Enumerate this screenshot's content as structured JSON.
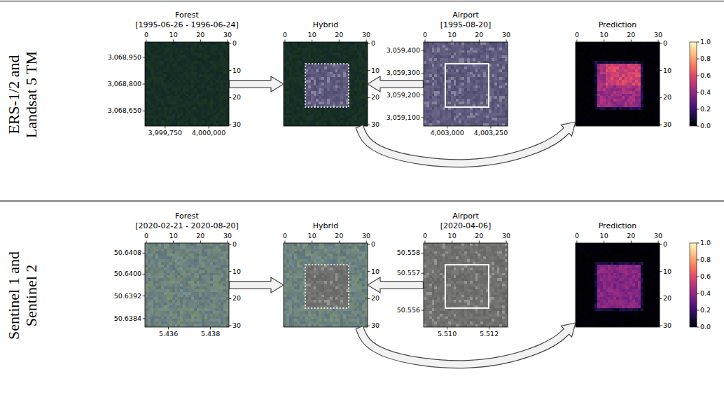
{
  "diagram": {
    "nodes": [
      {
        "text": [
          "Forest",
          "[1995-06-26 - 1996-06-24]"
        ]
      },
      {
        "text": [
          "Hybrid"
        ]
      },
      {
        "text": [
          "Airport",
          "[1995-08-20]"
        ]
      },
      {
        "text": [
          "Prediction"
        ]
      },
      {
        "text": [
          "Forest",
          "[2020-02-21 - 2020-08-20]"
        ]
      },
      {
        "text": [
          "Hybrid"
        ]
      },
      {
        "text": [
          "Airport",
          "[2020-04-06]"
        ]
      },
      {
        "text": [
          "Prediction"
        ]
      }
    ],
    "edges": [
      {
        "from": 0,
        "to": 1,
        "arrow": "to"
      },
      {
        "from": 2,
        "to": 1,
        "arrow": "to"
      },
      {
        "from": 1,
        "to": 3,
        "arrow": "to"
      },
      {
        "from": 4,
        "to": 5,
        "arrow": "to"
      },
      {
        "from": 6,
        "to": 5,
        "arrow": "to"
      },
      {
        "from": 5,
        "to": 7,
        "arrow": "to"
      }
    ],
    "labels": [
      "ERS-1/2 and Landsat 5 TM",
      "0",
      "10",
      "20",
      "30",
      "3,068,950",
      "3,068,800",
      "3,068,650",
      "0",
      "10",
      "20",
      "30",
      "3,999,750",
      "4,000,000",
      "0",
      "10",
      "20",
      "30",
      "0",
      "10",
      "20",
      "30",
      "0",
      "10",
      "20",
      "30",
      "3,059,400",
      "3,059,300",
      "3,059,200",
      "3,059,100",
      "4,003,000",
      "4,003,250",
      "0",
      "10",
      "20",
      "30",
      "0",
      "10",
      "20",
      "30",
      "1.0",
      "0.8",
      "0.6",
      "0.4",
      "0.2",
      "0.0",
      "Sentinel 1 and Sentinel 2",
      "0",
      "10",
      "20",
      "30",
      "50.6408",
      "50.6400",
      "50.6392",
      "50.6384",
      "0",
      "10",
      "20",
      "30",
      "5.436",
      "5.438",
      "0",
      "10",
      "20",
      "30",
      "0",
      "10",
      "20",
      "30",
      "0",
      "10",
      "20",
      "30",
      "50.558",
      "50.557",
      "50.556",
      "5.510",
      "5.512",
      "0",
      "10",
      "20",
      "30",
      "0",
      "10",
      "20",
      "30",
      "1.0",
      "0.8",
      "0.6",
      "0.4",
      "0.2",
      "0.0"
    ]
  }
}
